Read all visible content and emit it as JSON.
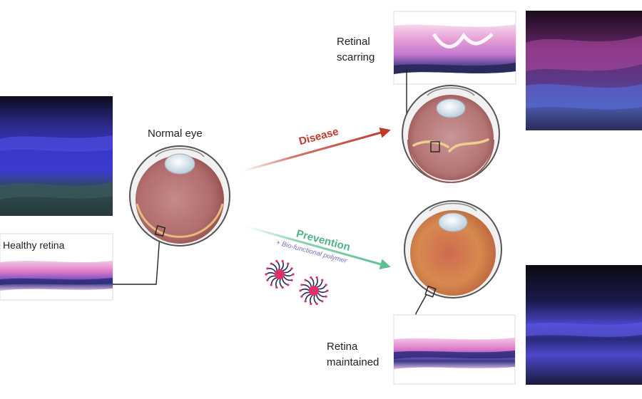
{
  "labels": {
    "normal_eye": "Normal eye",
    "healthy_retina": "Healthy retina",
    "retinal_scarring": "Retinal\nscarring",
    "retina_maintained": "Retina\nmaintained",
    "disease": "Disease",
    "prevention": "Prevention",
    "polymer": "+ Bio-functional polymer"
  },
  "colors": {
    "disease_arrow": "#c0392b",
    "prevention_arrow": "#5fbf93",
    "polymer_pink": "#e0306a",
    "polymer_navy": "#25285a"
  }
}
